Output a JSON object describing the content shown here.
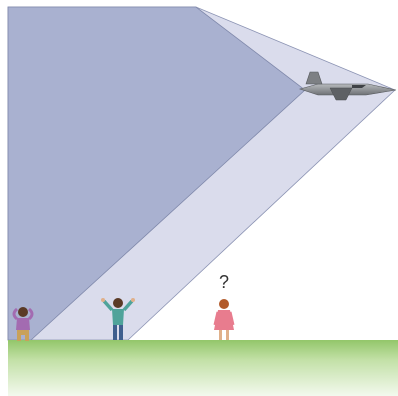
{
  "scene": {
    "question_mark": "?",
    "objects": [
      "jet-plane",
      "sonic-boom-cone-outer",
      "sonic-boom-cone-inner",
      "person-covering-ears",
      "person-arms-raised",
      "person-waiting",
      "ground"
    ]
  },
  "colors": {
    "outer_cone": "#d9dcec",
    "inner_cone": "#a8b0d0",
    "cone_edge": "#7f88aa",
    "ground_top": "#93c66a",
    "ground_bottom": "#eef6e6",
    "plane": "#8a8d90",
    "person_1_shirt": "#a36bb1",
    "person_2_shirt": "#4fa39a",
    "person_3_dress": "#e87c8e"
  }
}
